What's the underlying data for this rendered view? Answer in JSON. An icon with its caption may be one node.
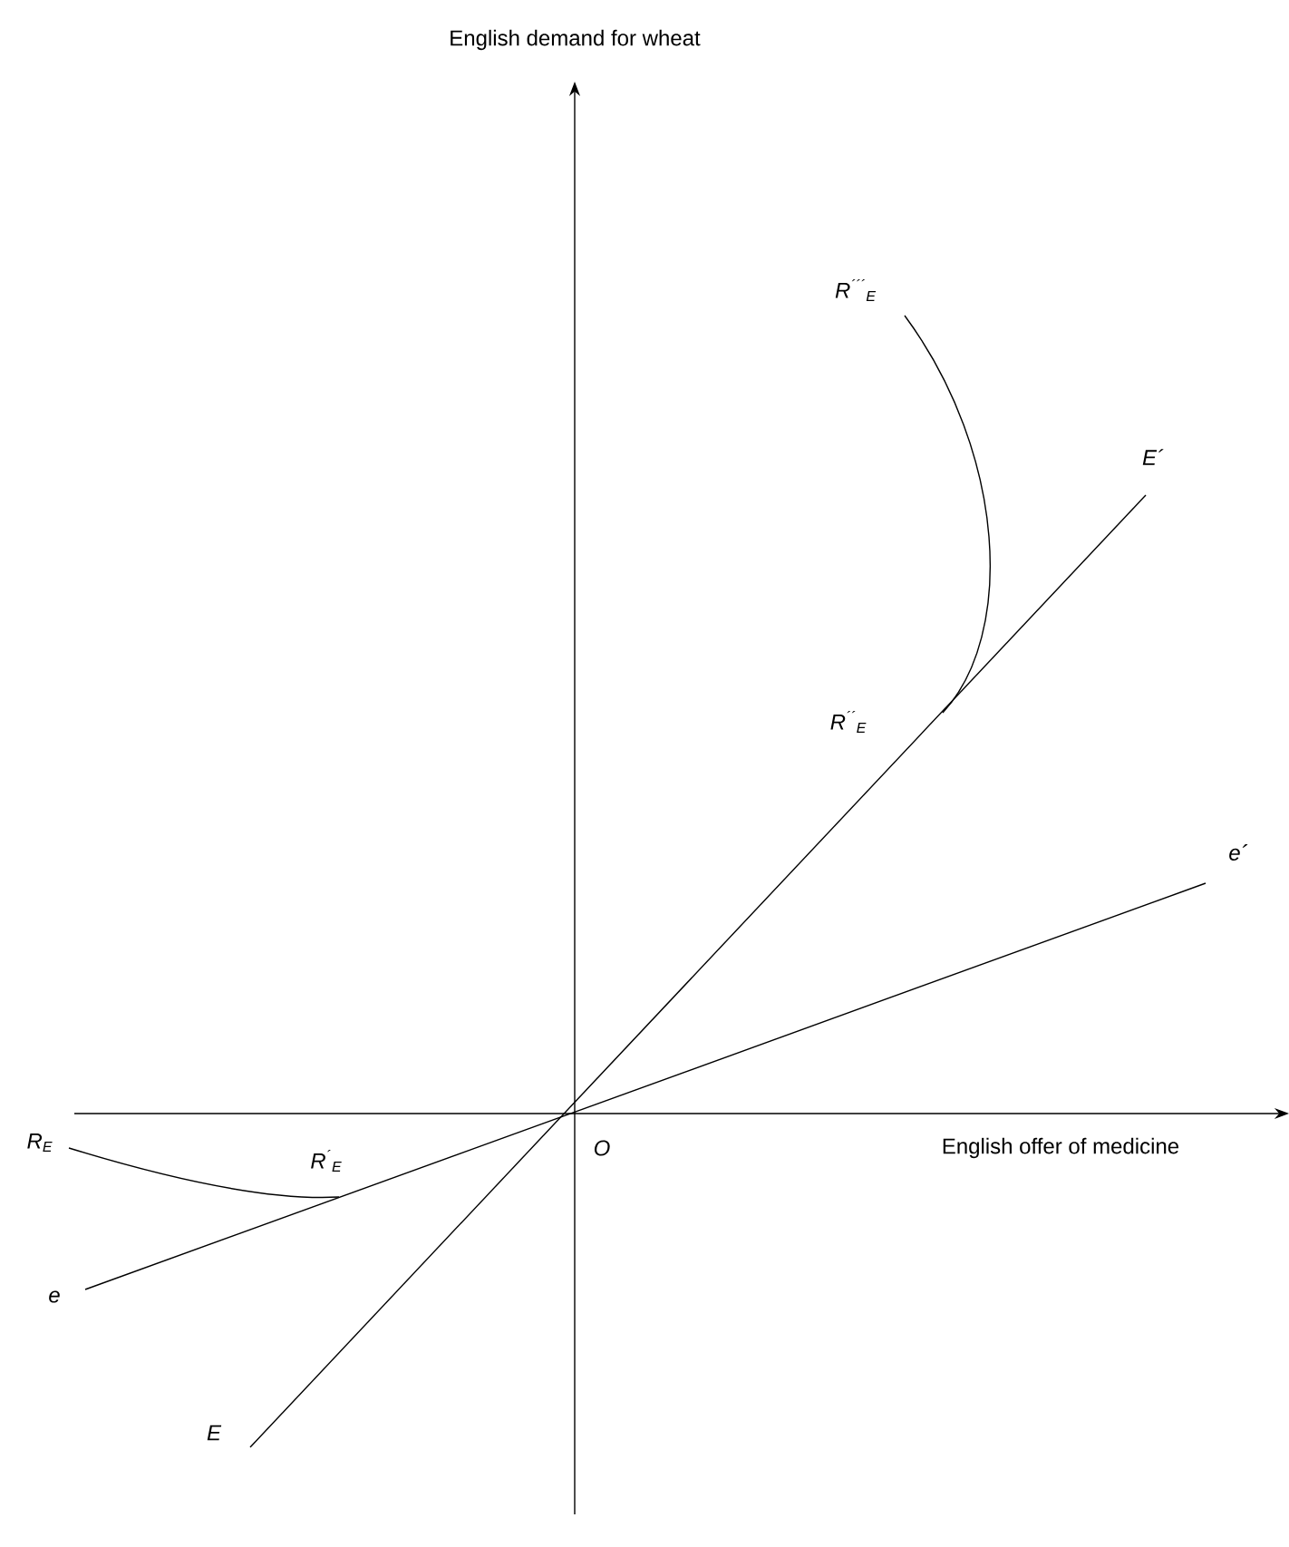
{
  "diagram": {
    "labels": [
      "English demand for wheat",
      "R$^{´´´}$$_{E}$",
      "E´",
      "R$^{´´}$$_{E}$",
      "e´",
      "R$_{E}$",
      "R$^{´}$$_{E}$",
      "O",
      "English offer of medicine",
      "e",
      "E"
    ]
  }
}
